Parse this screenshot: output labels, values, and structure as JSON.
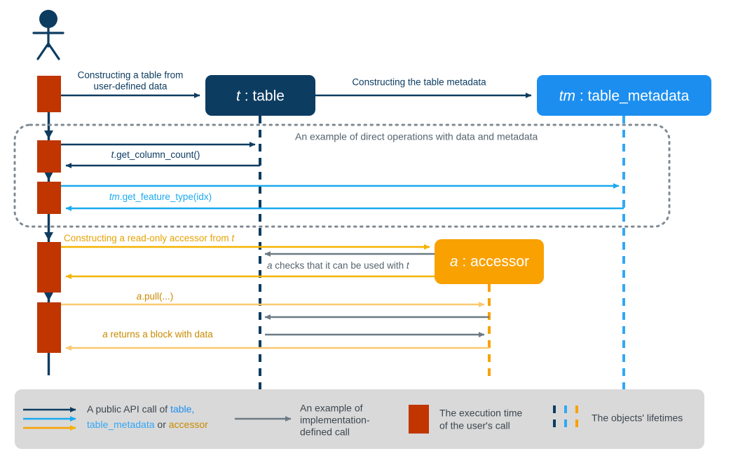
{
  "diagram": {
    "type": "uml-sequence-diagram",
    "title": "",
    "colors": {
      "table_dark_blue": "#0d3c61",
      "table_metadata_blue": "#1c8ef0",
      "accessor_orange": "#f9a101",
      "execution_box_red": "#c03500",
      "impl_gray": "#6c7b85",
      "legend_background": "#d9d9d9",
      "frame_dotted": "#808a92",
      "text_gray": "#3c4650",
      "background": "#ffffff"
    }
  },
  "actor": {
    "name": "user",
    "icon": "stick-figure-actor-icon",
    "label": ""
  },
  "objects": [
    {
      "id": "table",
      "italic_part": "t",
      "separator": " : ",
      "type_part": "table",
      "full_label": "t : table",
      "fill": "#0d3c61",
      "lifeline_color": "#0d3c61"
    },
    {
      "id": "table_metadata",
      "italic_part": "tm",
      "separator": " : ",
      "type_part": "table_metadata",
      "full_label": "tm : table_metadata",
      "fill": "#1c8ef0",
      "lifeline_color": "#33a7f5"
    },
    {
      "id": "accessor",
      "italic_part": "a",
      "separator": " : ",
      "type_part": "accessor",
      "full_label": "a : accessor",
      "fill": "#f9a101",
      "lifeline_color": "#f9a101"
    }
  ],
  "messages": [
    {
      "id": "construct-table",
      "line1": "Constructing a table from",
      "line2": "user-defined data",
      "style": "public-api-table",
      "color": "#0d3c61"
    },
    {
      "id": "construct-metadata",
      "line1": "Constructing the table metadata",
      "line2": "",
      "style": "public-api-table",
      "color": "#0d3c61"
    },
    {
      "id": "get-column-count",
      "italic_prefix": "t",
      "rest": ".get_column_count()",
      "full_label": "t.get_column_count()",
      "style": "public-api-table",
      "color": "#0d3c61"
    },
    {
      "id": "get-feature-type",
      "italic_prefix": "tm",
      "rest": ".get_feature_type(idx)",
      "full_label": "tm.get_feature_type(idx)",
      "style": "public-api-table-metadata",
      "color": "#1aaaf0"
    },
    {
      "id": "construct-accessor",
      "italic_prefix": "",
      "rest": "Constructing a read-only accessor from ",
      "italic_suffix": "t",
      "full_label": "Constructing a read-only accessor from t",
      "style": "public-api-accessor",
      "color": "#e8a200"
    },
    {
      "id": "accessor-checks",
      "italic_prefix": "a",
      "rest": " checks that it can be used with ",
      "italic_suffix": "t",
      "full_label": "a checks that it can be used with t",
      "style": "implementation-defined",
      "color": "#55646e"
    },
    {
      "id": "accessor-pull",
      "italic_prefix": "a",
      "rest": ".pull(...)",
      "full_label": "a.pull(...)",
      "style": "public-api-accessor",
      "color": "#c98a00"
    },
    {
      "id": "accessor-returns-block",
      "italic_prefix": "a",
      "rest": " returns a block with data",
      "full_label": "a returns a block with data",
      "style": "public-api-accessor",
      "color": "#c98a00"
    }
  ],
  "frame": {
    "id": "direct-operations-frame",
    "note": "An example of direct operations with data and metadata"
  },
  "legend": {
    "items": [
      {
        "id": "public-api-call",
        "icon": "three-arrows-icon",
        "text_parts": [
          {
            "text": "A public API call of ",
            "color": "#3c4650"
          },
          {
            "text": "table,",
            "color": "#1c8ef0"
          },
          {
            "text": "table_metadata",
            "color": "#33a7f5"
          },
          {
            "text": " or ",
            "color": "#3c4650"
          },
          {
            "text": "accessor",
            "color": "#c98a00"
          }
        ],
        "line1": "A public API call of table,",
        "line2": "table_metadata or accessor"
      },
      {
        "id": "implementation-defined-call",
        "icon": "gray-arrow-icon",
        "line1": "An example of",
        "line2": "implementation-",
        "line3": "defined call"
      },
      {
        "id": "execution-time",
        "icon": "red-block-icon",
        "line1": "The execution time",
        "line2": "of the user's call"
      },
      {
        "id": "objects-lifetimes",
        "icon": "dashed-lifelines-icon",
        "line1": "The objects' lifetimes"
      }
    ]
  }
}
